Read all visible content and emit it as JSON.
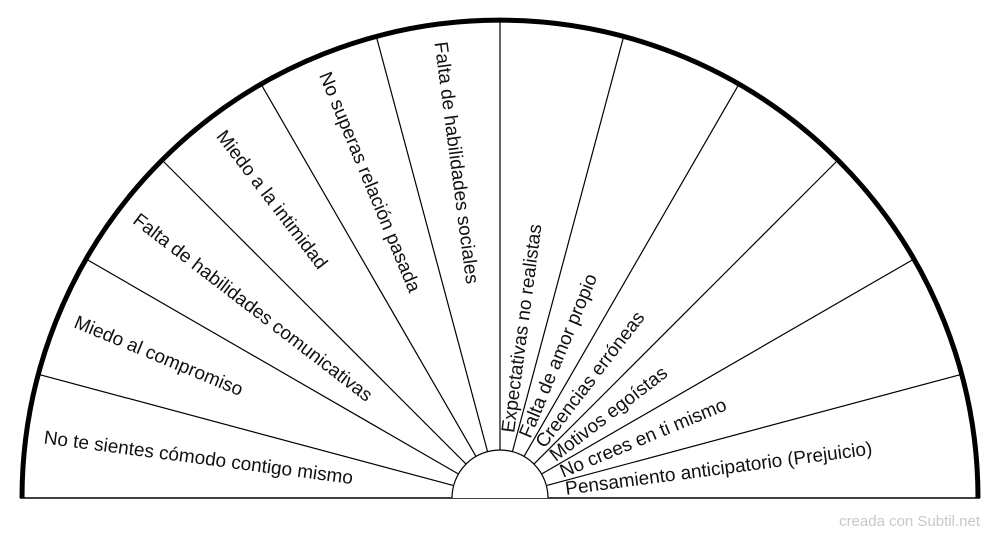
{
  "chart_data": {
    "type": "pie",
    "layout": "semicircle",
    "segments": [
      "No te sientes cómodo contigo mismo",
      "Miedo al compromiso",
      "Falta de habilidades comunicativas",
      "Miedo a la intimidad",
      "No superas relación pasada",
      "Falta de habilidades sociales",
      "Expectativas no realistas",
      "Falta de amor propio",
      "Creencias erróneas",
      "Motivos egoístas",
      "No crees en ti mismo",
      "Pensamiento anticipatorio (Prejuicio)"
    ],
    "values": [
      1,
      1,
      1,
      1,
      1,
      1,
      1,
      1,
      1,
      1,
      1,
      1
    ]
  },
  "colors": {
    "stroke": "#000000",
    "text": "#111111",
    "credit": "#c8c8c8"
  },
  "credit": "creada con Subtil.net"
}
